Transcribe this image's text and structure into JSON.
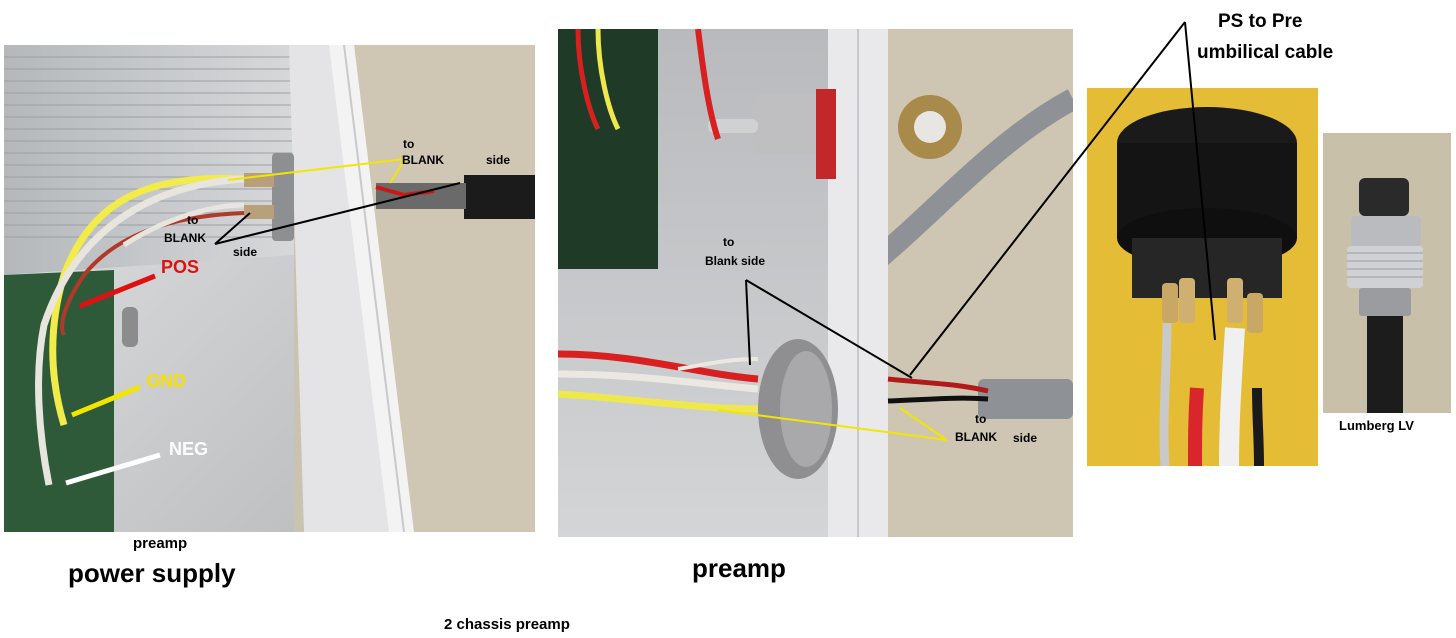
{
  "captions": {
    "preamp_small": "preamp",
    "power_supply": "power supply",
    "preamp": "preamp",
    "chassis": "2 chassis preamp",
    "umbilical_line1": "PS to Pre",
    "umbilical_line2": "umbilical cable",
    "lumberg": "Lumberg LV"
  },
  "annotations": {
    "ps_to_top": "to",
    "ps_blank_top": "BLANK",
    "ps_side_top": "side",
    "ps_to_mid": "to",
    "ps_blank_mid": "BLANK",
    "ps_side_mid": "side",
    "pre_to_upper": "to",
    "pre_blank_side_upper": "Blank side",
    "pre_to_lower": "to",
    "pre_blank_lower": "BLANK",
    "pre_side_lower": "side"
  },
  "wire_labels": {
    "pos": "POS",
    "gnd": "GND",
    "neg": "NEG"
  },
  "colors": {
    "pos": "#e01010",
    "gnd": "#f5e000",
    "neg": "#ffffff",
    "pointer_yellow": "#f2e600",
    "pointer_black": "#000000"
  }
}
